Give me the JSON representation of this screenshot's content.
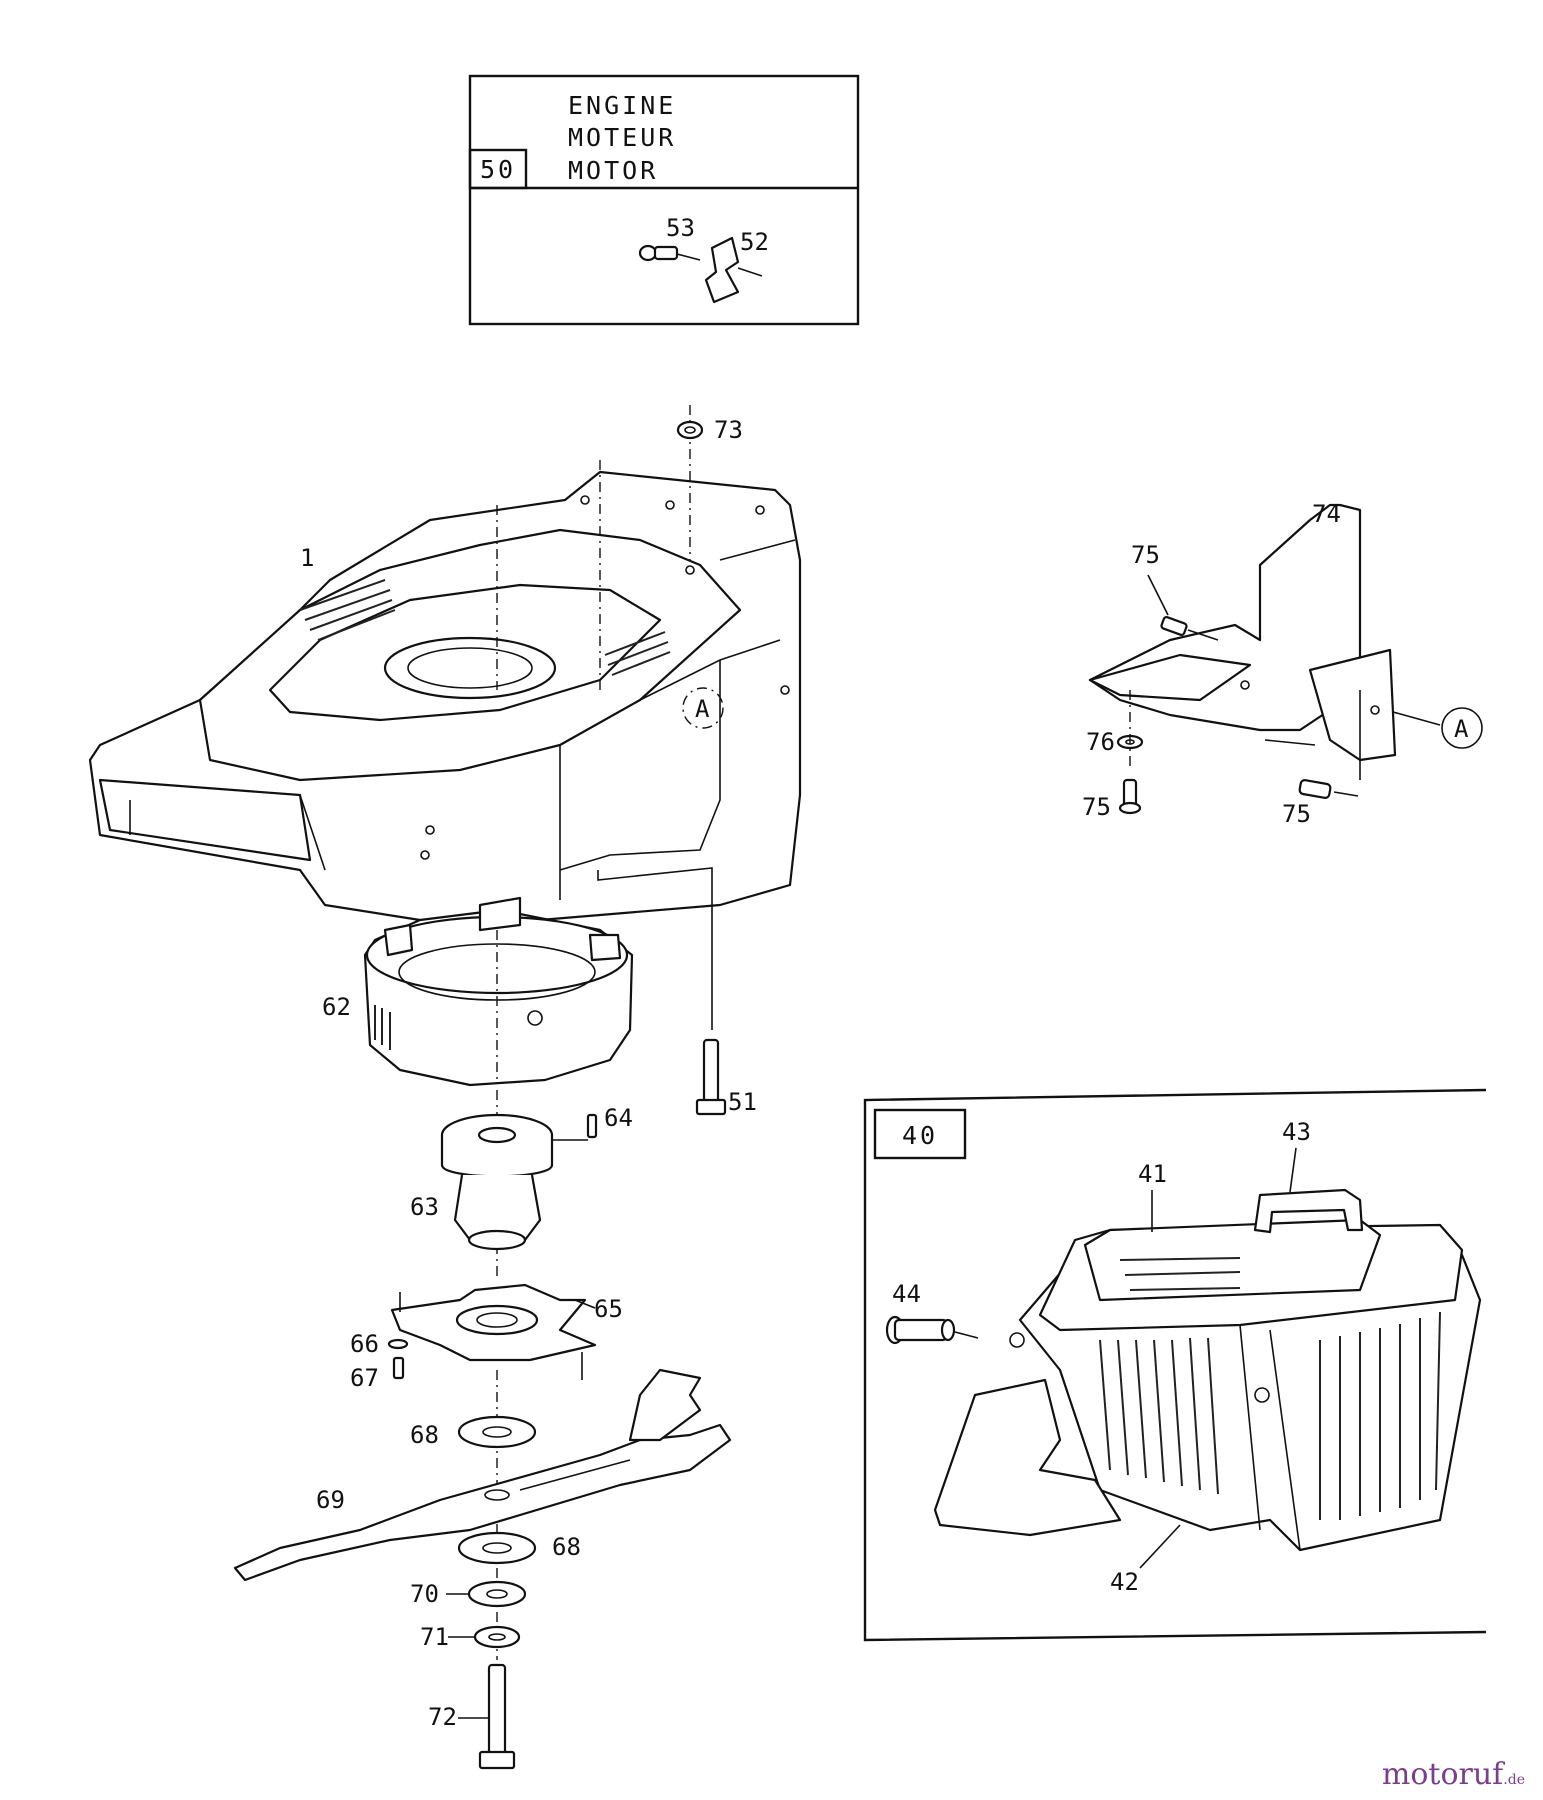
{
  "engine_box": {
    "number": "50",
    "title_en": "ENGINE",
    "title_fr": "MOTEUR",
    "title_de": "MOTOR"
  },
  "catcher_box": {
    "number": "40"
  },
  "callouts": {
    "p1": "1",
    "p41": "41",
    "p42": "42",
    "p43": "43",
    "p44": "44",
    "p51": "51",
    "p52": "52",
    "p53": "53",
    "p62": "62",
    "p63": "63",
    "p64": "64",
    "p65": "65",
    "p66": "66",
    "p67": "67",
    "p68a": "68",
    "p68b": "68",
    "p69": "69",
    "p70": "70",
    "p71": "71",
    "p72": "72",
    "p73": "73",
    "p74": "74",
    "p75a": "75",
    "p75b": "75",
    "p75c": "75",
    "p76": "76"
  },
  "reference_marks": {
    "deck": "A",
    "deflector": "A"
  },
  "watermark": {
    "brand": "motoruf",
    "tld": ".de"
  }
}
